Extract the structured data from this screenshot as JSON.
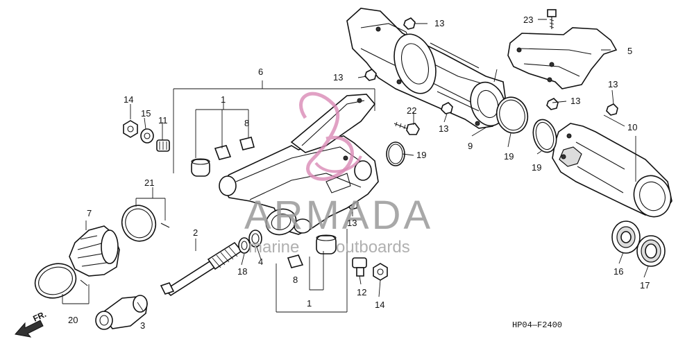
{
  "diagram": {
    "reference_code": "HP04—F2400",
    "front_arrow_label": "FR.",
    "watermark": {
      "brand": "ARMADA",
      "tagline_left": "marine",
      "tagline_right": "outboards"
    },
    "callouts": {
      "c1a": "1",
      "c1b": "1",
      "c2": "2",
      "c3": "3",
      "c4": "4",
      "c5": "5",
      "c6": "6",
      "c7": "7",
      "c8a": "8",
      "c8b": "8",
      "c9": "9",
      "c10": "10",
      "c11": "11",
      "c12": "12",
      "c13a": "13",
      "c13b": "13",
      "c13c": "13",
      "c13d": "13",
      "c13e": "13",
      "c13f": "13",
      "c14a": "14",
      "c14b": "14",
      "c15": "15",
      "c16": "16",
      "c17": "17",
      "c18": "18",
      "c19a": "19",
      "c19b": "19",
      "c19c": "19",
      "c20": "20",
      "c21": "21",
      "c22": "22",
      "c23": "23"
    },
    "colors": {
      "line": "#111111",
      "watermark_gray": "#9a9a9a",
      "watermark_pink": "#d98ab5"
    }
  }
}
